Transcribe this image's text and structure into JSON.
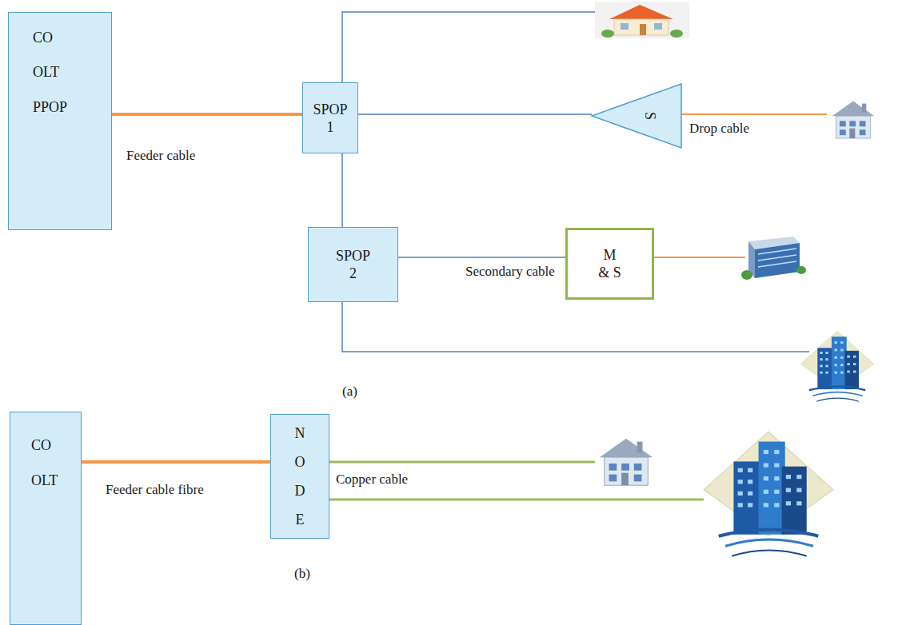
{
  "diagram": {
    "nodes": [
      {
        "text": [
          "CO",
          "OLT",
          "PPOP"
        ]
      },
      {
        "text": [
          "SPOP 1"
        ]
      },
      {
        "text": [
          "S"
        ]
      },
      {
        "text": [
          "SPOP 2"
        ]
      },
      {
        "text": [
          "M & S"
        ]
      },
      {
        "text": [
          "CO",
          "OLT"
        ]
      },
      {
        "text": [
          "NODE"
        ]
      }
    ],
    "edges": [
      {
        "from": 0,
        "to": 1,
        "arrow": "none",
        "label": "Feeder cable"
      },
      {
        "from": 1,
        "to": 2,
        "arrow": "none"
      },
      {
        "from": 1,
        "to": 3,
        "arrow": "none"
      },
      {
        "from": 3,
        "to": 4,
        "arrow": "none",
        "label": "Secondary cable"
      },
      {
        "from": 5,
        "to": 6,
        "arrow": "none",
        "label": "Feeder cable fibre"
      }
    ],
    "labels": [
      "Drop cable",
      "(a)",
      "Copper cable",
      "(b)"
    ]
  }
}
